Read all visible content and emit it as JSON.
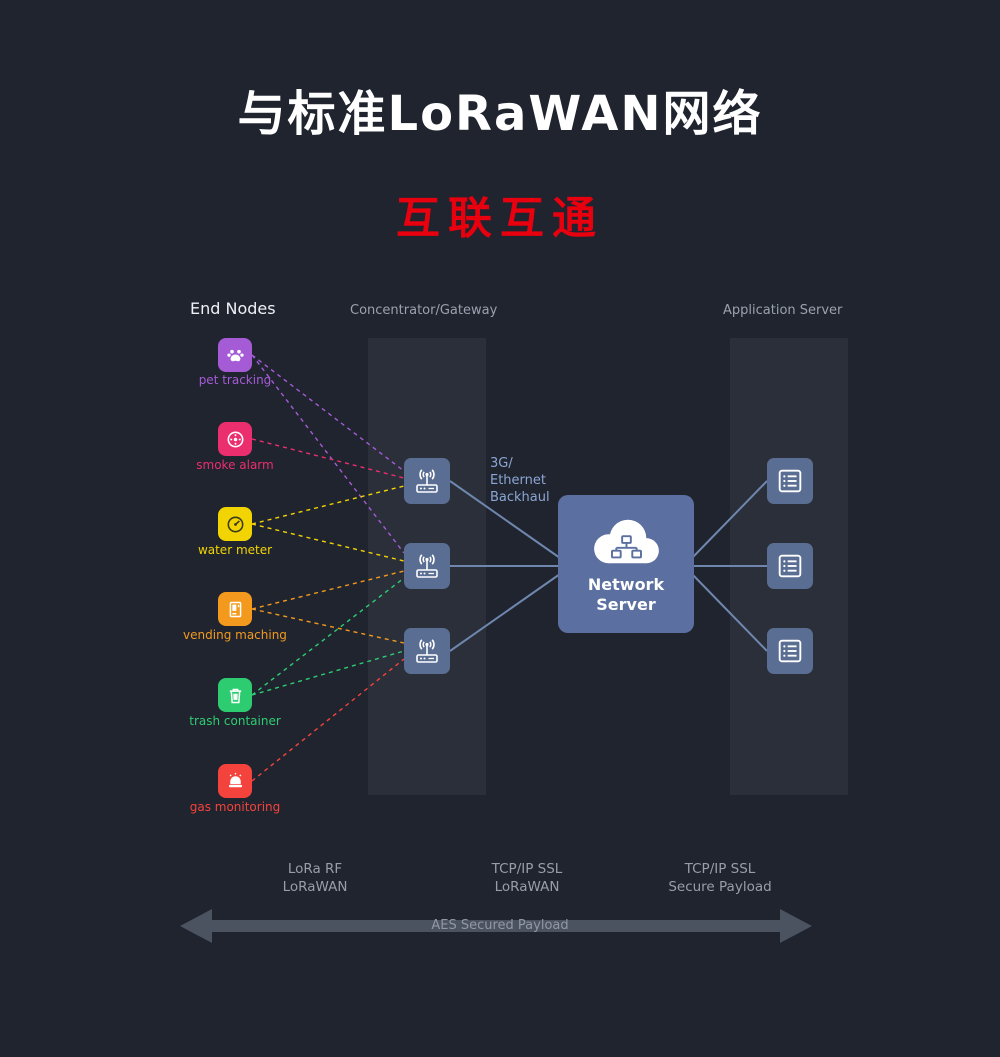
{
  "title": "与标准LoRaWAN网络",
  "subtitle": "互联互通",
  "columns": {
    "end_nodes": "End Nodes",
    "gateway": "Concentrator/Gateway",
    "app_server": "Application Server"
  },
  "nodes": [
    {
      "label": "pet tracking",
      "color": "#a55bd6",
      "icon": "paw-icon"
    },
    {
      "label": "smoke alarm",
      "color": "#ea2e6e",
      "icon": "smoke-detector-icon"
    },
    {
      "label": "water meter",
      "color": "#f2d402",
      "icon": "gauge-icon"
    },
    {
      "label": "vending maching",
      "color": "#f39a1e",
      "icon": "vending-machine-icon"
    },
    {
      "label": "trash container",
      "color": "#2ecc71",
      "icon": "trash-icon"
    },
    {
      "label": "gas monitoring",
      "color": "#f4433c",
      "icon": "alarm-icon"
    }
  ],
  "backhaul_label": "3G/\nEthernet\nBackhaul",
  "network_server_label": "Network\nServer",
  "footer_labels": [
    {
      "text": "LoRa RF\nLoRaWAN"
    },
    {
      "text": "TCP/IP SSL\nLoRaWAN"
    },
    {
      "text": "TCP/IP SSL\nSecure Payload"
    }
  ],
  "arrow_label": "AES Secured Payload",
  "theme": {
    "background": "#20242f",
    "zone": "#2a2f3a",
    "device_box": "#5a6d92",
    "network_server_box": "#5b70a0",
    "solid_line": "#6f87ae",
    "muted_text": "#9aa1ae",
    "backhaul_text": "#8ba6d4",
    "title_color": "#ffffff",
    "subtitle_color": "#e8000f",
    "arrow_band": "#4b5260"
  }
}
